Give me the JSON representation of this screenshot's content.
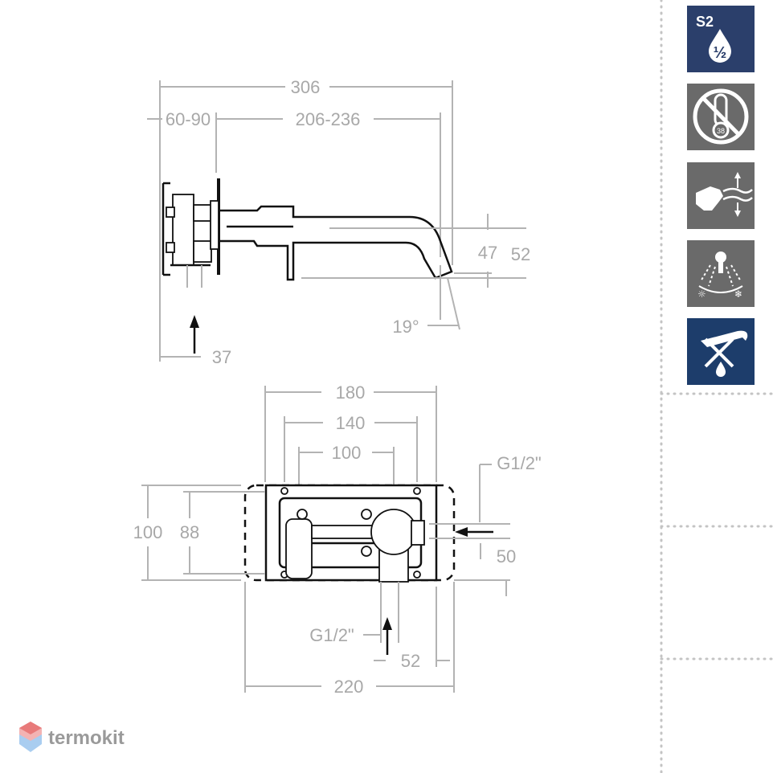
{
  "side_view": {
    "dim_total": "306",
    "dim_wall": "60-90",
    "dim_spout": "206-236",
    "dim_height_inner": "47",
    "dim_height_outer": "52",
    "dim_angle": "19°",
    "dim_inlet_offset": "37"
  },
  "top_view": {
    "dim_180": "180",
    "dim_140": "140",
    "dim_100_width": "100",
    "dim_thread_right": "G1/2\"",
    "dim_100_height": "100",
    "dim_88": "88",
    "dim_50": "50",
    "dim_thread_bottom": "G1/2\"",
    "dim_52": "52",
    "dim_220": "220"
  },
  "icons": [
    {
      "name": "s2-class-icon",
      "label": "S2",
      "sublabel": "½",
      "bg": "#2b3f6b"
    },
    {
      "name": "no-thermostat-icon",
      "label": "38",
      "bg": "#6a6a6a"
    },
    {
      "name": "hand-flow-icon",
      "bg": "#6a6a6a"
    },
    {
      "name": "hot-cold-spray-icon",
      "bg": "#6a6a6a"
    },
    {
      "name": "no-drip-spout-icon",
      "bg": "#1d3d6b"
    }
  ],
  "brand": {
    "name": "termokit",
    "colors": [
      "#e35d5d",
      "#7fb4e6"
    ]
  }
}
